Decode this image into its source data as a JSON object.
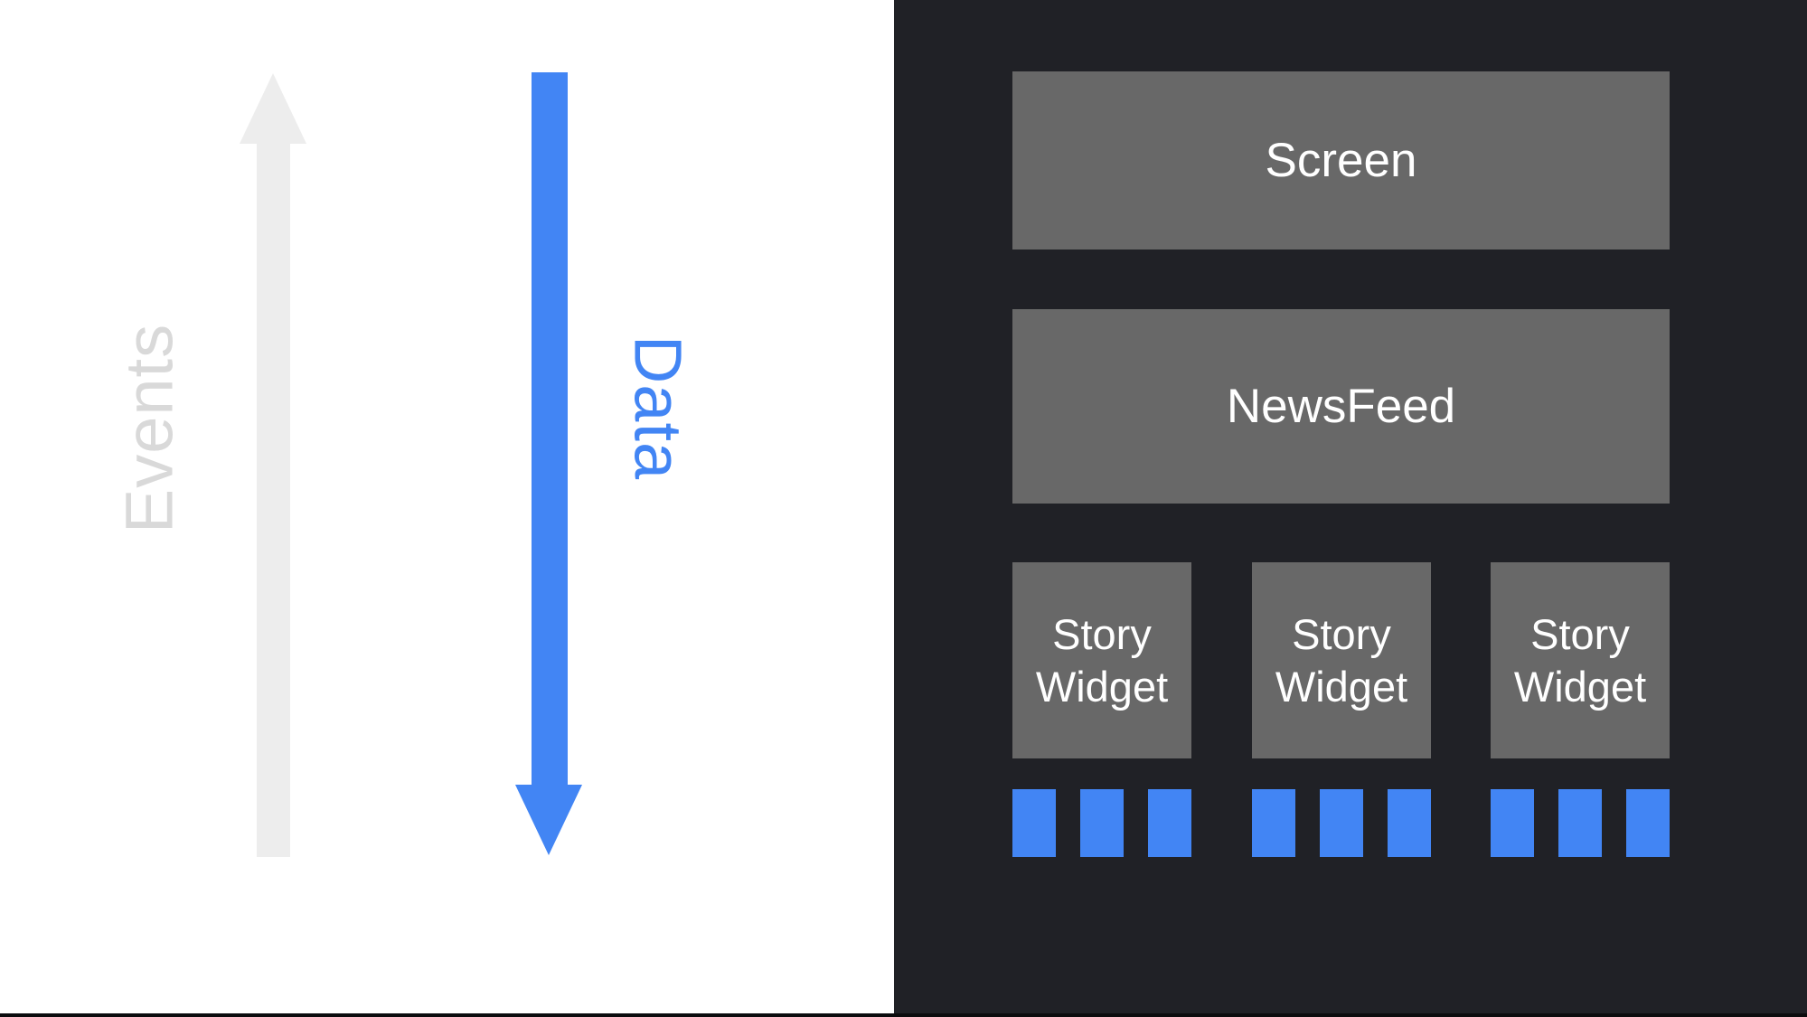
{
  "left": {
    "events_label": "Events",
    "data_label": "Data",
    "events_color": "#d9d9d9",
    "events_arrow_color": "#ededed",
    "data_color": "#4285f4",
    "background": "#ffffff"
  },
  "panel": {
    "background": "#202126",
    "box_color": "#686868",
    "box_text_color": "#ffffff",
    "screen_label": "Screen",
    "newsfeed_label": "NewsFeed",
    "story_widgets": [
      {
        "label": "Story Widget",
        "squares": 3
      },
      {
        "label": "Story Widget",
        "squares": 3
      },
      {
        "label": "Story Widget",
        "squares": 3
      }
    ],
    "square_color": "#4285f4"
  }
}
